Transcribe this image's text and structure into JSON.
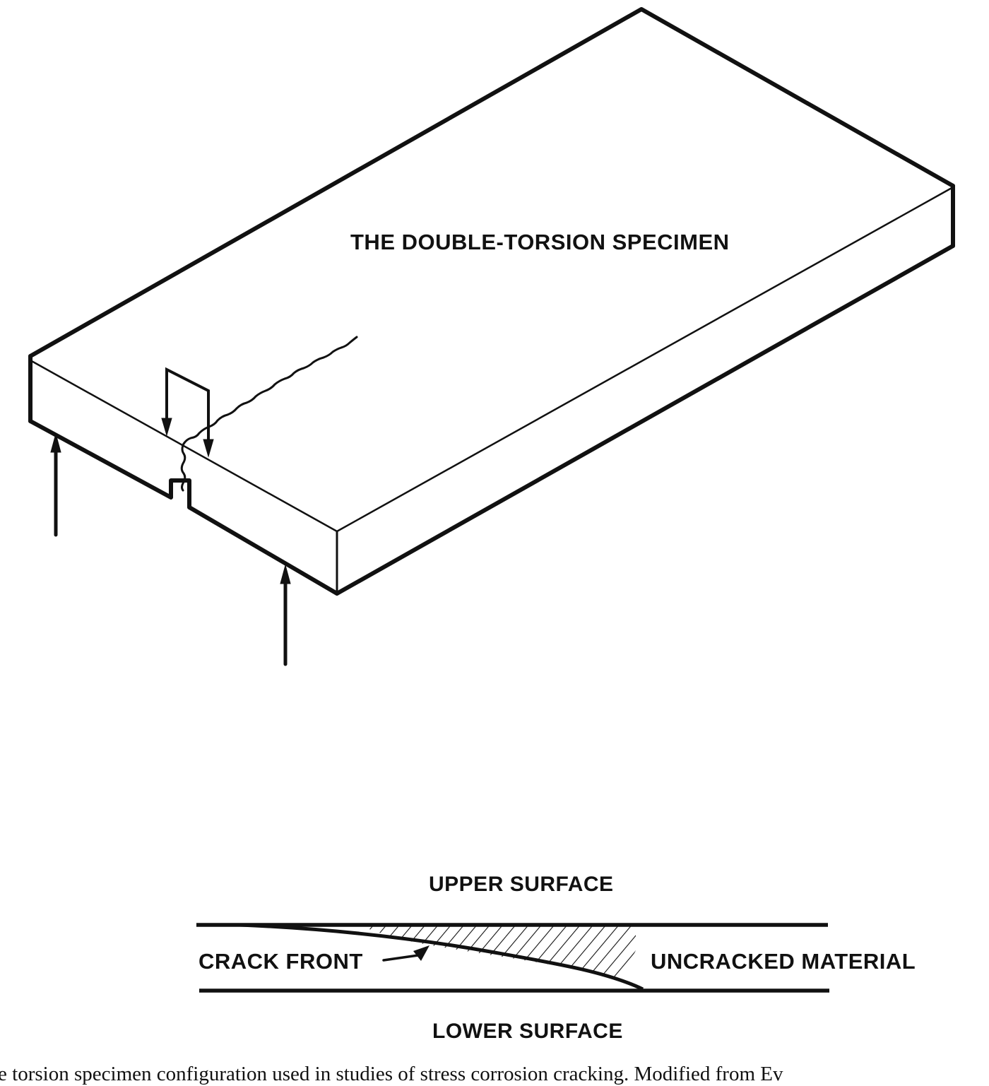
{
  "diagram": {
    "title": "THE DOUBLE-TORSION SPECIMEN",
    "upper_surface": "UPPER SURFACE",
    "lower_surface": "LOWER SURFACE",
    "crack_front": "CRACK FRONT",
    "uncracked_material": "UNCRACKED MATERIAL"
  },
  "caption": "uble torsion specimen configuration used in studies of stress corrosion cracking. Modified from Ev",
  "colors": {
    "ink": "#111111",
    "background": "#ffffff"
  }
}
